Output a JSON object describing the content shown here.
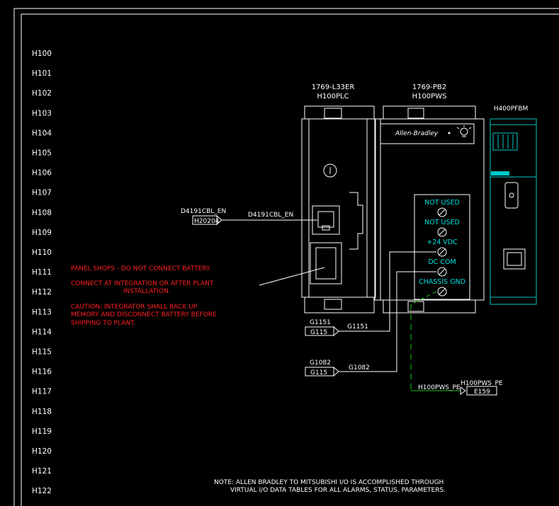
{
  "rows": [
    "H100",
    "H101",
    "H102",
    "H103",
    "H104",
    "H105",
    "H106",
    "H107",
    "H108",
    "H109",
    "H110",
    "H111",
    "H112",
    "H113",
    "H114",
    "H115",
    "H116",
    "H117",
    "H118",
    "H119",
    "H120",
    "H121",
    "H122"
  ],
  "plc": {
    "part": "1769-L33ER",
    "tag": "H100PLC"
  },
  "psu": {
    "part": "1769-PB2",
    "tag": "H100PWS",
    "brand": "Allen-Bradley"
  },
  "fieldbus": {
    "tag": "H400PFBM"
  },
  "terminals": [
    "NOT USED",
    "NOT USED",
    "+24 VDC",
    "DC COM",
    "CHASSIS GND"
  ],
  "cable": {
    "label": "D4191CBL_EN",
    "ref": "H20204",
    "wire": "D4191CBL_EN"
  },
  "g1151": {
    "label": "G1151",
    "ref": "G115",
    "wire": "G1151"
  },
  "g1082": {
    "label": "G1082",
    "ref": "G115",
    "wire": "G1082"
  },
  "pe": {
    "label": "H100PWS_PE",
    "ref": "E159",
    "wire": "H100PWS_PE"
  },
  "notes": {
    "line1": "PANEL SHOPS - DO NOT CONNECT BATTERY.",
    "line2": "CONNECT AT INTEGRATION OR AFTER PLANT",
    "line3": "INSTALLATION.",
    "line4": "CAUTION:  INTEGRATOR SHALL BACK UP",
    "line5": "MEMORY AND DISCONNECT BATTERY BEFORE",
    "line6": "SHIPPING TO PLANT."
  },
  "footer": {
    "line1": "NOTE:   ALLEN BRADLEY TO MITSUBISHI I/O IS ACCOMPLISHED THROUGH",
    "line2": "VIRTUAL I/O DATA TABLES FOR ALL ALARMS, STATUS, PARAMETERS."
  }
}
